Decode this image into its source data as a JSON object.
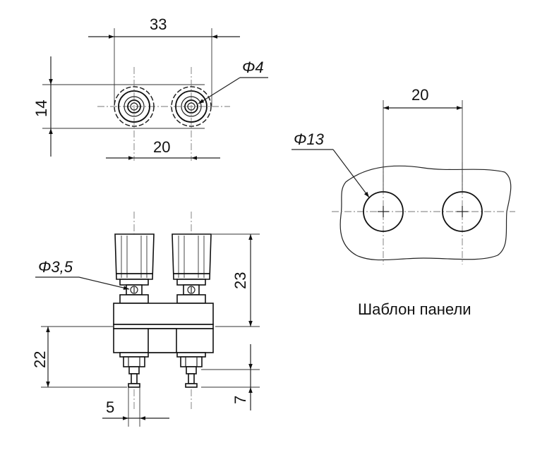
{
  "top_view": {
    "dim_width_outer": "33",
    "dim_height": "14",
    "dim_pitch": "20",
    "dim_hole": "Φ4"
  },
  "side_view": {
    "dim_pin": "Φ3,5",
    "dim_cap_height": "23",
    "dim_body_height": "22",
    "dim_pin_length": "7",
    "dim_pin_width": "5"
  },
  "panel_template": {
    "dim_pitch": "20",
    "dim_hole": "Φ13",
    "caption": "Шаблон панели"
  }
}
